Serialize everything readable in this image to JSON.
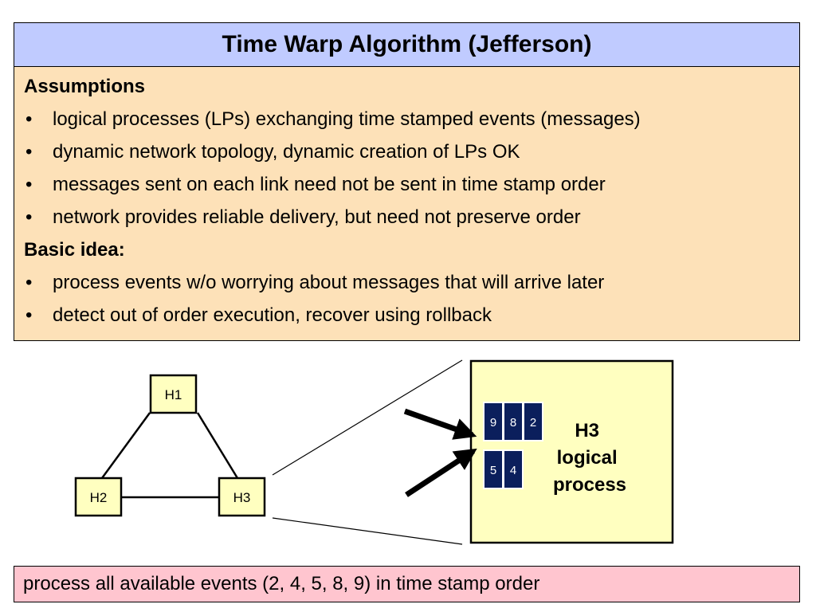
{
  "title": "Time Warp Algorithm (Jefferson)",
  "assumptions": {
    "heading": "Assumptions",
    "bullets": [
      "logical processes (LPs) exchanging time stamped events (messages)",
      "dynamic network topology, dynamic creation of LPs OK",
      "messages sent on each link need not be sent in time stamp order",
      "network provides reliable delivery, but need not preserve order"
    ]
  },
  "basic_idea": {
    "heading": "Basic idea:",
    "bullets": [
      "process events w/o worrying about messages that will arrive later",
      "detect out of order execution, recover using rollback"
    ]
  },
  "diagram": {
    "nodes": [
      "H1",
      "H2",
      "H3"
    ],
    "queue_top": [
      "9",
      "8",
      "2"
    ],
    "queue_bottom": [
      "5",
      "4"
    ],
    "lp_label_lines": [
      "H3",
      "logical",
      "process"
    ]
  },
  "footer": "process all available events (2, 4, 5, 8, 9) in time stamp order",
  "colors": {
    "title_bg": "#c0cbff",
    "content_bg": "#fde1b8",
    "node_bg": "#ffffc0",
    "lp_bg": "#ffffc0",
    "event_bg": "#0b1f5c",
    "footer_bg": "#ffc5cf"
  }
}
